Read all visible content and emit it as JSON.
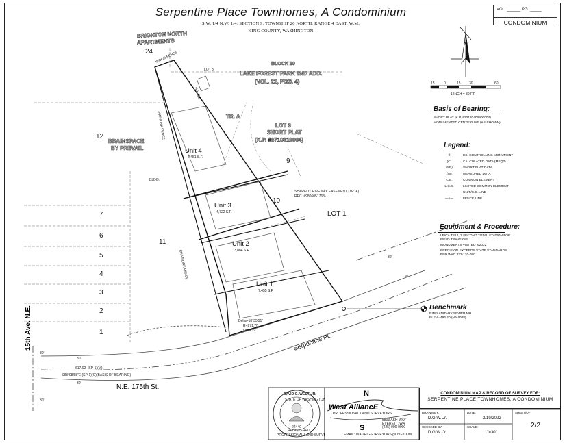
{
  "header": {
    "title": "Serpentine Place Townhomes, A Condominium",
    "line1": "S.W. 1/4 N.W. 1/4, SECTION 9, TOWNSHIP 26 NORTH, RANGE 4 EAST, W.M.",
    "line2": "KING COUNTY, WASHINGTON",
    "vol_label": "VOL.",
    "pg_label": "PG.",
    "condo_label": "CONDOMINIUM"
  },
  "map_labels": {
    "brighton": "BRIGHTON NORTH",
    "apartments": "APARTMENTS",
    "lot24": "24",
    "wood_fence": "WOOD FENCE",
    "lot3": "LOT 3",
    "block20": "BLOCK 20",
    "lake_forest": "LAKE FOREST PARK 2ND ADD.",
    "vol_pgs": "(VOL. 22, PGS. 4)",
    "house": "HOUSE",
    "tr_a": "TR. A",
    "lot3_short": "LOT 3",
    "short_plat": "SHORT PLAT",
    "kp": "(K.P. #8710319004)",
    "lot9": "9",
    "lot10": "10",
    "lot11": "11",
    "lot12": "12",
    "brainspace": "BRAINSPACE",
    "by_prevail": "BY PREVAIL",
    "bldg": "BLDG.",
    "lot1": "LOT 1",
    "shared_easement": "SHARED DRIVEWAY EASEMENT (TR. A)",
    "easement_rec": "REC. #9806051763)",
    "chainlink1": "CHAINLINK FENCE",
    "chainlink2": "CHAINLINK FENCE",
    "left_lots": [
      "7",
      "6",
      "5",
      "4",
      "3",
      "2",
      "1"
    ],
    "street1": "15th Ave. N.E.",
    "street2": "N.E. 175th St.",
    "street3": "Serpentine Pl.",
    "basis_note": "S88°08'58\"E (SP-1)(C)(BASIS OF BEARING)",
    "dist_note": "617.02' (SP-1)(M)",
    "curve_delta": "Delta=18°35'51\"",
    "curve_r": "R=271.70",
    "curve_l": "L=88.19'",
    "dim_30a": "30'",
    "dim_30b": "30'",
    "dim_30c": "30'",
    "dim_30d": "30'",
    "dim_30e": "30'",
    "dim_30f": "30'"
  },
  "units": [
    {
      "name": "Unit 4",
      "sf": "7,451 S.F."
    },
    {
      "name": "Unit 3",
      "sf": "4,722 S.F."
    },
    {
      "name": "Unit 2",
      "sf": "3,884 S.F."
    },
    {
      "name": "Unit 1",
      "sf": "7,455 S.F."
    }
  ],
  "scale": {
    "ticks": [
      "15",
      "0",
      "15",
      "30",
      "60"
    ],
    "caption": "1 INCH = 30 FT.",
    "north": "N"
  },
  "basis": {
    "title": "Basis of Bearing:",
    "line1": "SHORT PLAT (K.P. #20120406900004)",
    "line2": "MONUMENTED CENTERLINE (AS-SHOWN)"
  },
  "legend": {
    "title": "Legend:",
    "items": [
      {
        "sym": "✛",
        "text": "EX. CONTROLLING MONUMENT"
      },
      {
        "sym": "(C)",
        "text": "CALCULATED DATA (MSQ3)"
      },
      {
        "sym": "(SP)",
        "text": "SHORT PLAT DATA"
      },
      {
        "sym": "(M)",
        "text": "MEASURED DATA"
      },
      {
        "sym": "C.E.",
        "text": "COMMON ELEMENT"
      },
      {
        "sym": "L.C.E.",
        "text": "LIMITED COMMON ELEMENT"
      },
      {
        "sym": "——",
        "text": "UNIT/C.E. LINE"
      },
      {
        "sym": "—x—",
        "text": "FENCE LINE"
      }
    ]
  },
  "equipment": {
    "title": "Equipment & Procedure:",
    "lines": [
      "LEICA TS12, 3 SECOND TOTAL STATION FOR",
      "FIELD TRAVERSE.",
      "MONUMENTS VISITED 2/2022",
      "PRECISION EXCEEDS STATE STANDARDS,",
      "PER WAC 332-130-090."
    ]
  },
  "benchmark": {
    "title": "Benchmark",
    "line1": "RIM SANITARY SEWER MH",
    "line2": "ELEV.=496.20 (NAVD88)"
  },
  "seal": {
    "name": "DAVID G. WEST, JR.",
    "state": "STATE OF WASHINGTON",
    "number": "22440",
    "registered": "REGISTERED",
    "pls": "PROFESSIONAL LAND SURVEYOR"
  },
  "company": {
    "name": "West AlliancE",
    "sub": "PROFESSIONAL LAND SURVEYORS",
    "n": "N",
    "s": "S",
    "address": "5803 ASH WAY",
    "city": "EVERETT, WA",
    "phone": "(425) 000-0000",
    "email": "EMAIL: WA TRIGSURVEYORS@LIVE.COM"
  },
  "title_block": {
    "heading": "CONDOMINIUM MAP & RECORD OF SURVEY FOR:",
    "project": "SERPENTINE PLACE TOWNHOMES, A CONDOMINIUM",
    "drawn_label": "DRAWN BY:",
    "drawn_val": "D.G.W. Jr.",
    "date_label": "DATE:",
    "date_val": "2/19/2022",
    "sheet_label": "SHEET/OF:",
    "sheet_val": "2/2",
    "checked_label": "CHECKED BY:",
    "checked_val": "D.G.W. Jr.",
    "scale_label": "SCALE:",
    "scale_val": "1\"=30'"
  }
}
